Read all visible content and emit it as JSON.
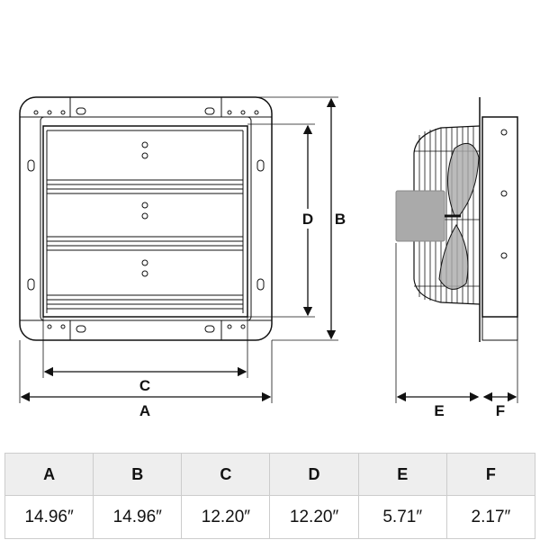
{
  "diagram": {
    "labels": {
      "A": "A",
      "B": "B",
      "C": "C",
      "D": "D",
      "E": "E",
      "F": "F"
    }
  },
  "table": {
    "headers": [
      "A",
      "B",
      "C",
      "D",
      "E",
      "F"
    ],
    "values": [
      "14.96″",
      "14.96″",
      "12.20″",
      "12.20″",
      "5.71″",
      "2.17″"
    ]
  }
}
